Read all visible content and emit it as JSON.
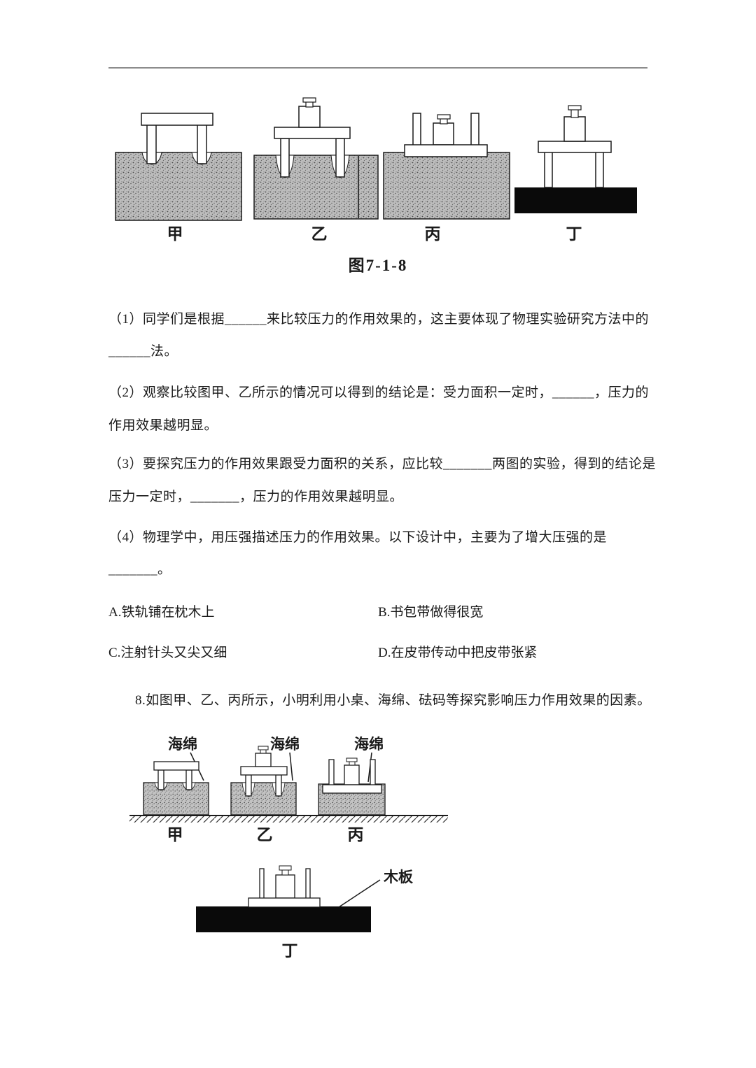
{
  "text": {
    "q1l1": "（1）同学们是根据______来比较压力的作用效果的，这主要体现了物理实验研究方法中的",
    "q1l2": "______法。",
    "q2l1": "（2）观察比较图甲、乙所示的情况可以得到的结论是：受力面积一定时，______，压力的",
    "q2l2": "作用效果越明显。",
    "q3l1": "（3）要探究压力的作用效果跟受力面积的关系，应比较_______两图的实验，得到的结论是",
    "q3l2": "压力一定时，_______，压力的作用效果越明显。",
    "q4l1": "（4）物理学中，用压强描述压力的作用效果。以下设计中，主要为了增大压强的是",
    "q4l2": "_______。",
    "optA": "A.铁轨铺在枕木上",
    "optB": "B.书包带做得很宽",
    "optC": "C.注射针头又尖又细",
    "optD": "D.在皮带传动中把皮带张紧",
    "q8": "8.如图甲、乙、丙所示，小明利用小桌、海绵、砝码等探究影响压力作用效果的因素。"
  },
  "figure1": {
    "caption": "图7-1-8",
    "labels": [
      "甲",
      "乙",
      "丙",
      "丁"
    ]
  },
  "figure2": {
    "sponge_label": "海绵",
    "board_label": "木板",
    "labels": [
      "甲",
      "乙",
      "丙",
      "丁"
    ]
  },
  "colors": {
    "ink": "#1a1a1a",
    "board_black": "#0a0a0a",
    "sand_gray": "#bdbdbd",
    "divider_gray": "#8c8c8c"
  }
}
